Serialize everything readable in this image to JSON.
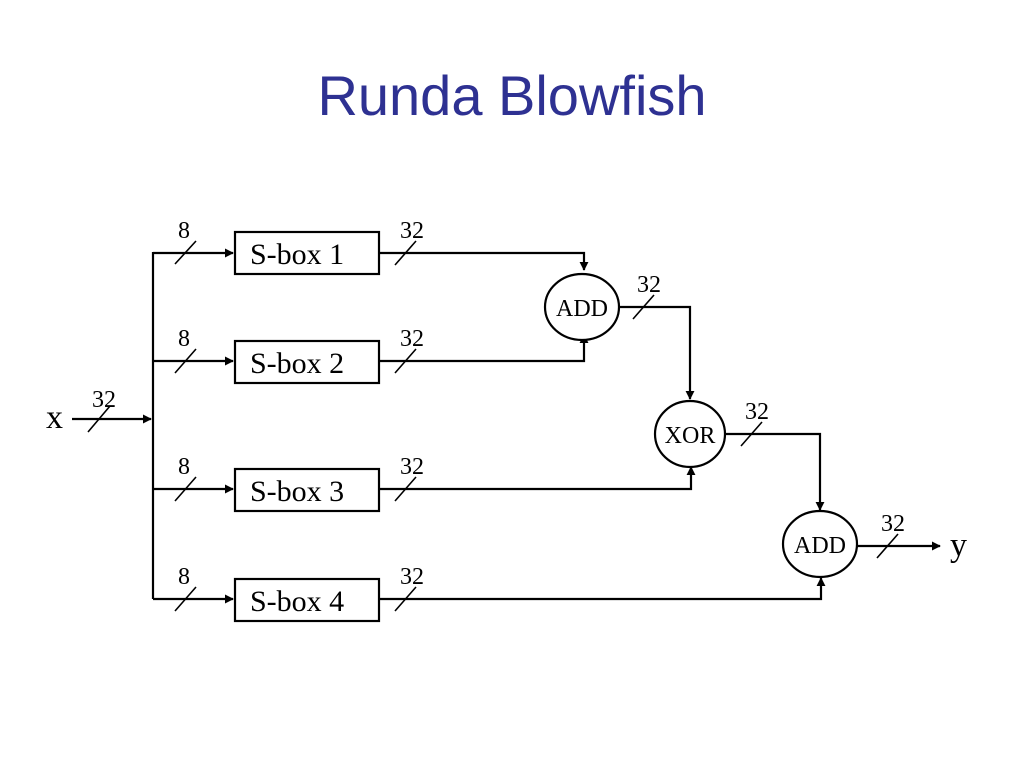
{
  "title": "Runda Blowfish",
  "diagram": {
    "input": {
      "label": "x",
      "width": "32"
    },
    "output": {
      "label": "y",
      "width": "32"
    },
    "sboxes": [
      {
        "label": "S-box 1",
        "in_width": "8",
        "out_width": "32"
      },
      {
        "label": "S-box 2",
        "in_width": "8",
        "out_width": "32"
      },
      {
        "label": "S-box 3",
        "in_width": "8",
        "out_width": "32"
      },
      {
        "label": "S-box 4",
        "in_width": "8",
        "out_width": "32"
      }
    ],
    "ops": [
      {
        "label": "ADD",
        "out_width": "32"
      },
      {
        "label": "XOR",
        "out_width": "32"
      },
      {
        "label": "ADD",
        "out_width": "32"
      }
    ]
  }
}
